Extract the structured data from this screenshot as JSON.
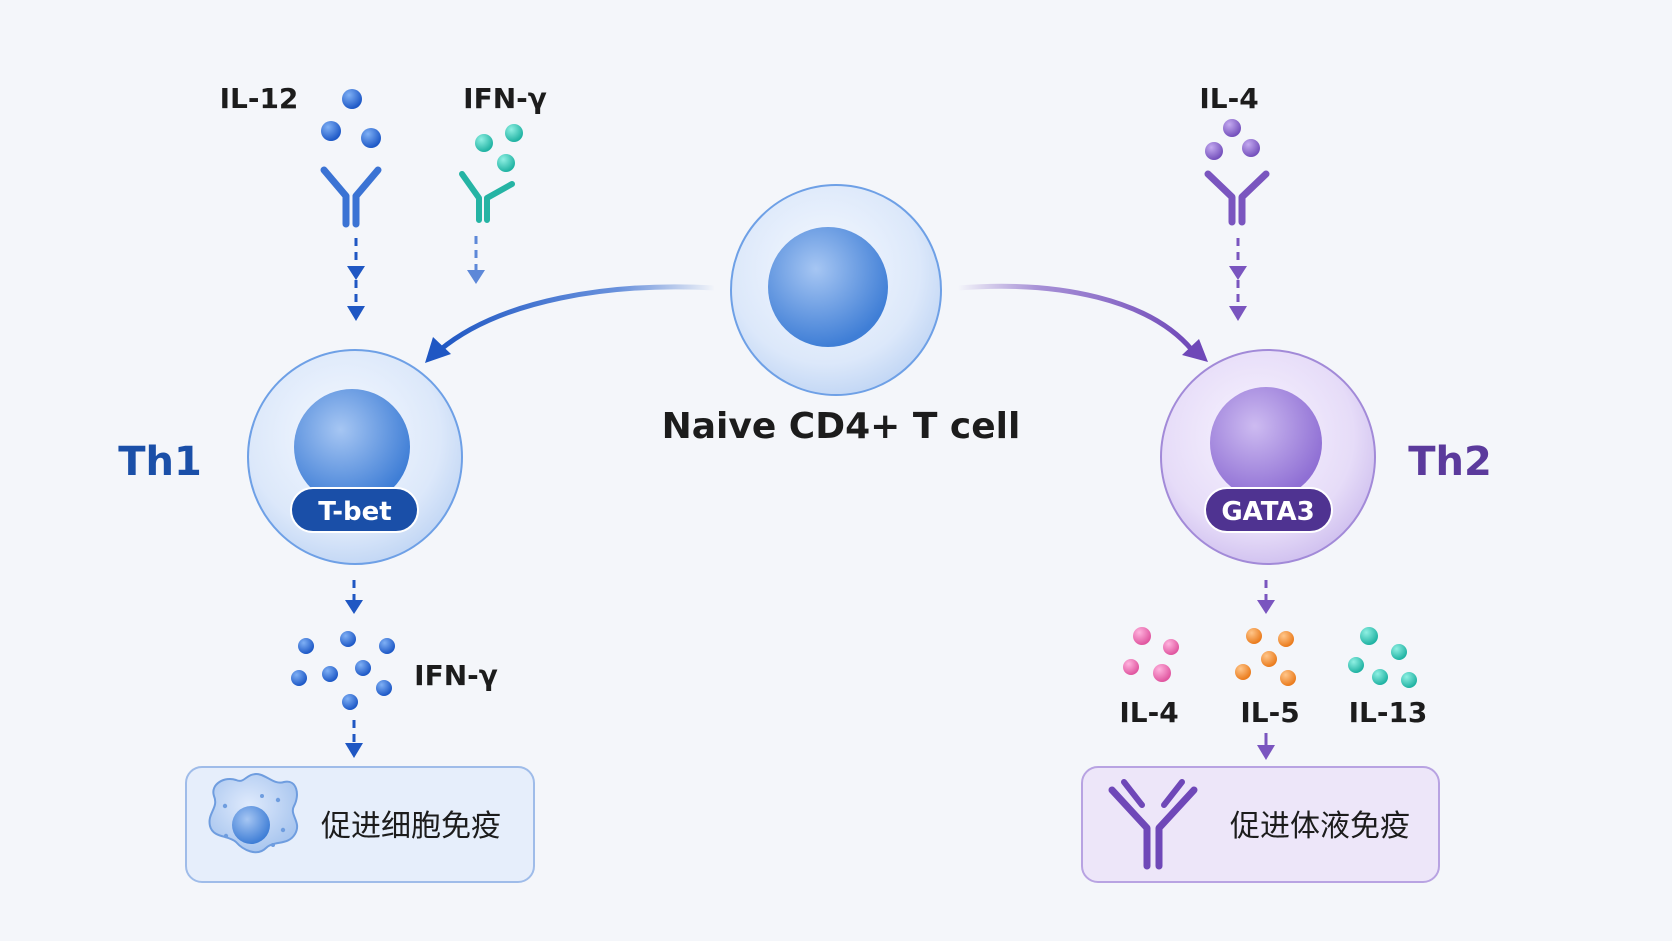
{
  "center": {
    "label": "Naive CD4+ T cell"
  },
  "th1": {
    "title": "Th1",
    "factor": "T-bet",
    "inputs": [
      {
        "label": "IL-12"
      },
      {
        "label": "IFN-γ"
      }
    ],
    "output": {
      "label": "IFN-γ"
    },
    "effect": "促进细胞免疫"
  },
  "th2": {
    "title": "Th2",
    "factor": "GATA3",
    "inputs": [
      {
        "label": "IL-4"
      }
    ],
    "outputs": [
      {
        "label": "IL-4"
      },
      {
        "label": "IL-5"
      },
      {
        "label": "IL-13"
      }
    ],
    "effect": "促进体液免疫"
  },
  "colors": {
    "background": "#f4f6fa",
    "th1_blue": "#1f57c3",
    "th1_title": "#1a4fa8",
    "ifn_teal": "#2bbfb0",
    "th2_purple": "#7a55bf",
    "th2_title": "#5b3a9c",
    "il4_pink": "#e462b0",
    "il5_orange": "#ee8a2a",
    "il13_teal": "#22b7a5"
  }
}
